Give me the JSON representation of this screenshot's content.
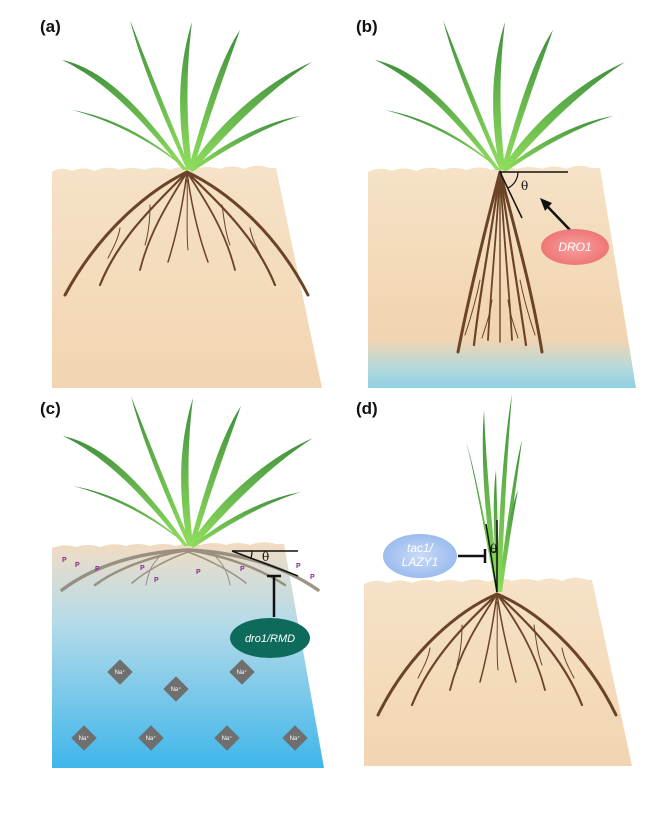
{
  "panels": {
    "a": {
      "label": "(a)"
    },
    "b": {
      "label": "(b)",
      "theta": "θ",
      "gene": "DRO1"
    },
    "c": {
      "label": "(c)",
      "theta": "θ",
      "gene": "dro1/RMD",
      "ion": "Na⁺",
      "phosphate": "P"
    },
    "d": {
      "label": "(d)",
      "theta": "θ",
      "gene_line1": "tac1/",
      "gene_line2": "LAZY1"
    }
  },
  "colors": {
    "soil": "#f3d9b6",
    "soil_dark": "#ecc89b",
    "root": "#6b4428",
    "leaf": "#5aa444",
    "water": "#56c0e8",
    "dro1_badge": "#f07f7f",
    "rmd_badge": "#0e6b5b",
    "lazy1_badge": "#a7c4f0",
    "ion": "#6f6f6f"
  }
}
